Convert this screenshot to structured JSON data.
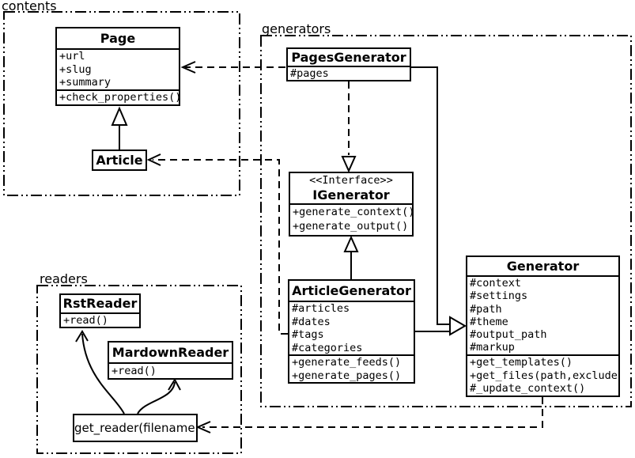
{
  "packages": {
    "contents": {
      "label": "contents"
    },
    "generators": {
      "label": "generators"
    },
    "readers": {
      "label": "readers"
    }
  },
  "classes": {
    "page": {
      "name": "Page",
      "attributes": [
        "+url",
        "+slug",
        "+summary"
      ],
      "methods": [
        "+check_properties()"
      ]
    },
    "article": {
      "name": "Article",
      "attributes": [],
      "methods": []
    },
    "pages_generator": {
      "name": "PagesGenerator",
      "attributes": [
        "#pages"
      ],
      "methods": []
    },
    "igenerator": {
      "stereotype": "<<Interface>>",
      "name": "IGenerator",
      "attributes": [],
      "methods": [
        "+generate_context()",
        "+generate_output()"
      ]
    },
    "article_generator": {
      "name": "ArticleGenerator",
      "attributes": [
        "#articles",
        "#dates",
        "#tags",
        "#categories"
      ],
      "methods": [
        "+generate_feeds()",
        "+generate_pages()"
      ]
    },
    "generator": {
      "name": "Generator",
      "attributes": [
        "#context",
        "#settings",
        "#path",
        "#theme",
        "#output_path",
        "#markup"
      ],
      "methods": [
        "+get_templates()",
        "+get_files(path,exclude)",
        "#_update_context()"
      ]
    },
    "rst_reader": {
      "name": "RstReader",
      "attributes": [],
      "methods": [
        "+read()"
      ]
    },
    "mardown_reader": {
      "name": "MardownReader",
      "attributes": [],
      "methods": [
        "+read()"
      ]
    },
    "get_reader": {
      "label": "get_reader(filename)"
    }
  },
  "relationships": [
    {
      "from": "Article",
      "to": "Page",
      "type": "inheritance"
    },
    {
      "from": "PagesGenerator",
      "to": "Page",
      "type": "dependency"
    },
    {
      "from": "ArticleGenerator",
      "to": "Article",
      "type": "dependency"
    },
    {
      "from": "PagesGenerator",
      "to": "IGenerator",
      "type": "realization"
    },
    {
      "from": "ArticleGenerator",
      "to": "IGenerator",
      "type": "inheritance"
    },
    {
      "from": "PagesGenerator",
      "to": "Generator",
      "type": "inheritance"
    },
    {
      "from": "ArticleGenerator",
      "to": "Generator",
      "type": "inheritance"
    },
    {
      "from": "Generator",
      "to": "get_reader(filename)",
      "type": "dependency"
    },
    {
      "from": "get_reader(filename)",
      "to": "RstReader",
      "type": "arrow"
    },
    {
      "from": "get_reader(filename)",
      "to": "MardownReader",
      "type": "arrow"
    }
  ],
  "colors": {
    "line": "#000000",
    "background": "#ffffff"
  }
}
